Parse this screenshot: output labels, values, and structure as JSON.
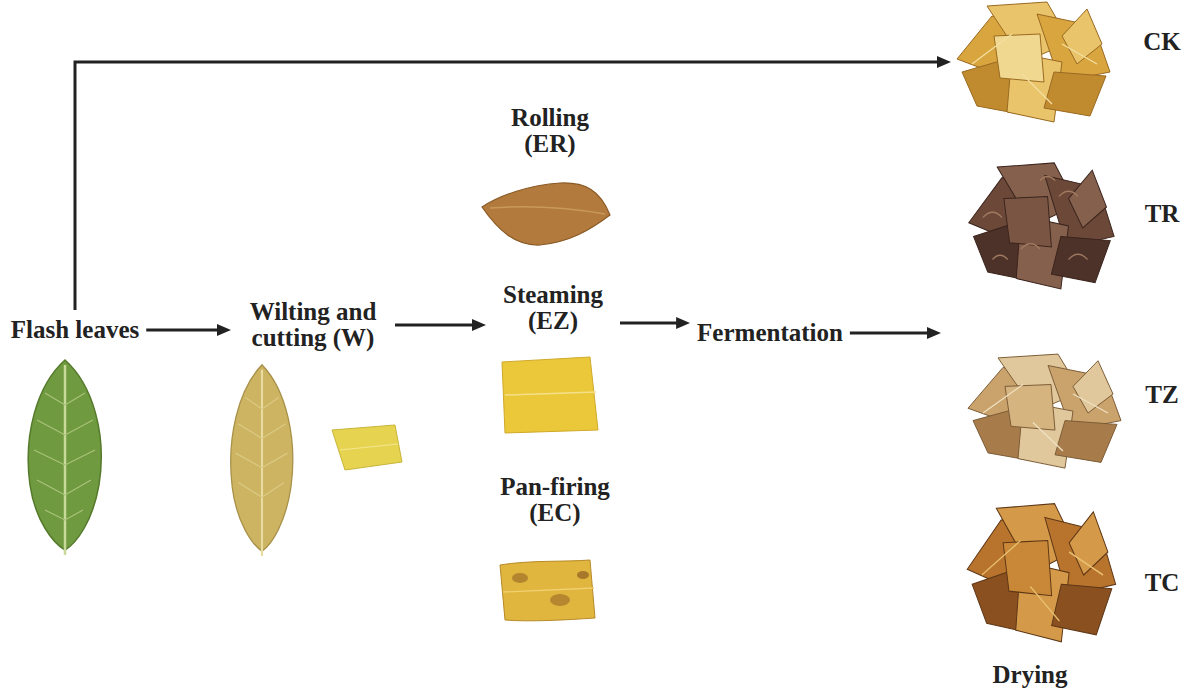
{
  "diagram": {
    "nodes": [
      {
        "text": [
          "Flash leaves"
        ]
      },
      {
        "text": [
          "Wilting and cutting (W)"
        ]
      },
      {
        "text": [
          "Rolling (ER)"
        ]
      },
      {
        "text": [
          "Steaming (EZ)"
        ]
      },
      {
        "text": [
          "Pan-firing (EC)"
        ]
      },
      {
        "text": [
          "Fermentation"
        ]
      },
      {
        "text": [
          "Drying"
        ]
      },
      {
        "text": [
          "CK"
        ],
        "in": 6
      },
      {
        "text": [
          "TR"
        ],
        "in": 6
      },
      {
        "text": [
          "TZ"
        ],
        "in": 6
      },
      {
        "text": [
          "TC"
        ],
        "in": 6
      }
    ],
    "edges": [
      {
        "from": 0,
        "to": 1,
        "arrow": "to"
      },
      {
        "from": 1,
        "to": 3,
        "arrow": "to"
      },
      {
        "from": 3,
        "to": 5,
        "arrow": "to"
      },
      {
        "from": 5,
        "to": 6,
        "arrow": "to"
      },
      {
        "from": 0,
        "to": 7,
        "arrow": "to"
      }
    ]
  }
}
